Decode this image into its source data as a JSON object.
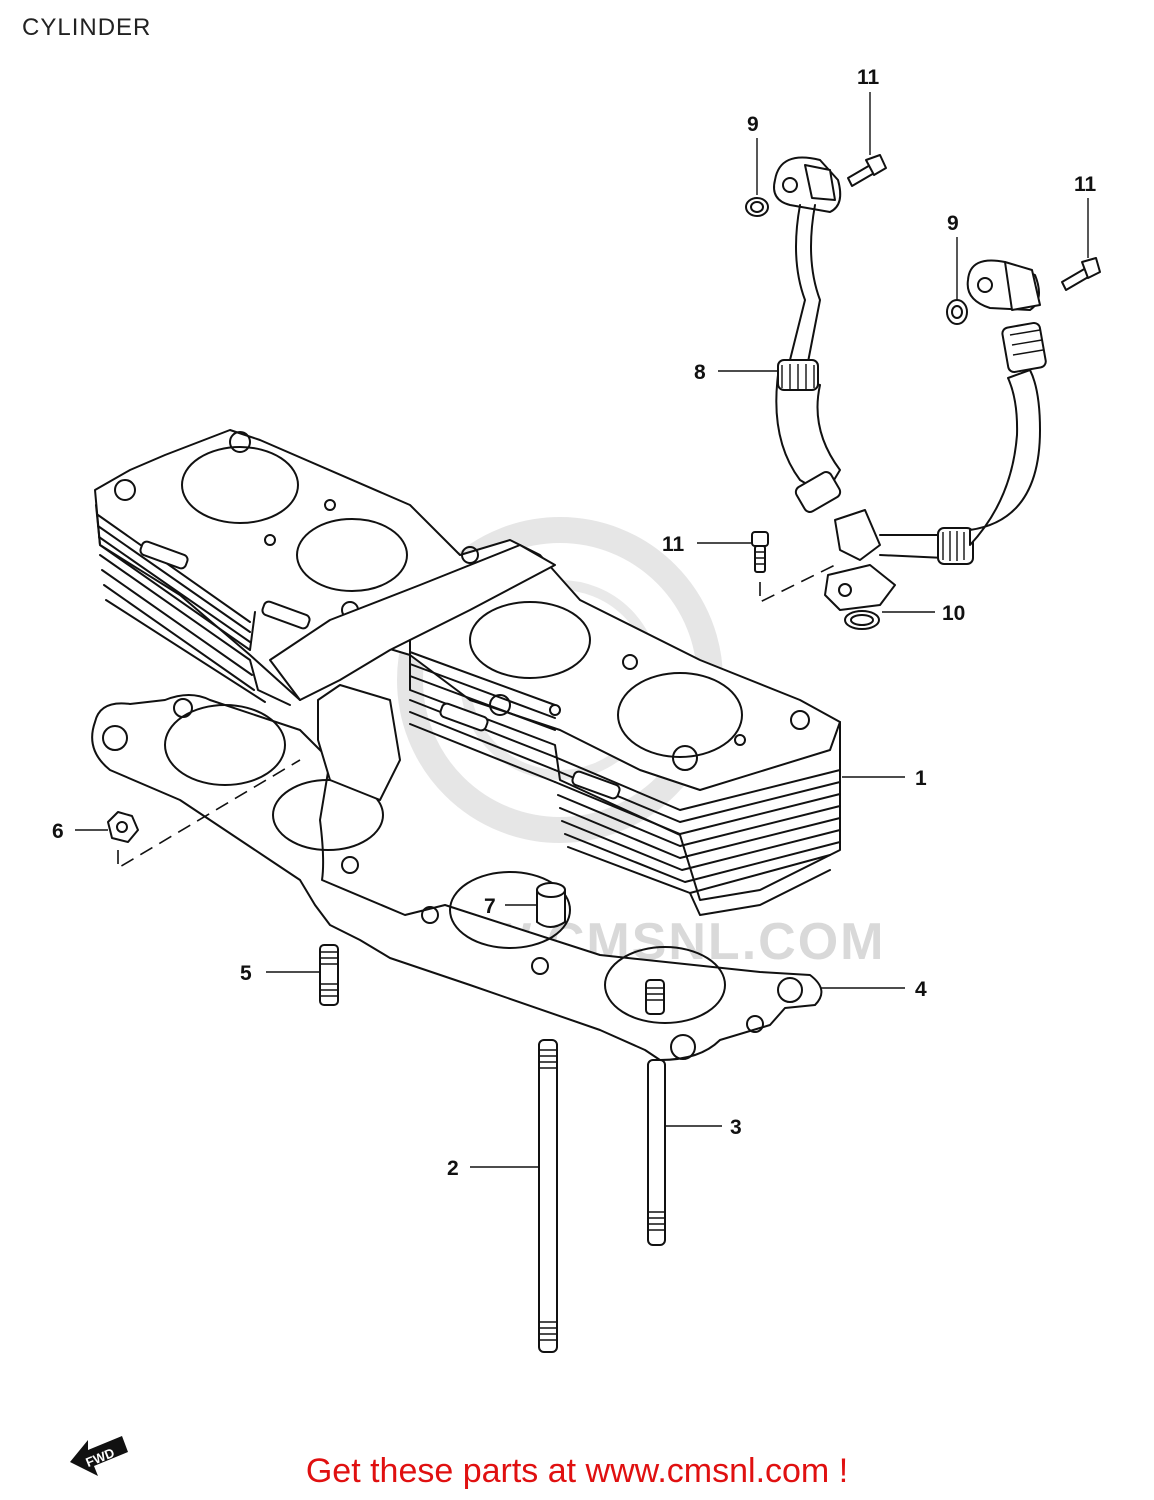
{
  "title": "CYLINDER",
  "footer_link": "Get these parts at www.cmsnl.com !",
  "watermark": "WWW.CMSNL.COM",
  "arrow_label": "FWD",
  "colors": {
    "footer": "#e01010",
    "watermark": "#d9d9d9",
    "line": "#111111"
  },
  "callouts": [
    {
      "id": "1",
      "label": "1"
    },
    {
      "id": "2",
      "label": "2"
    },
    {
      "id": "3",
      "label": "3"
    },
    {
      "id": "4",
      "label": "4"
    },
    {
      "id": "5",
      "label": "5"
    },
    {
      "id": "6",
      "label": "6"
    },
    {
      "id": "7",
      "label": "7"
    },
    {
      "id": "8",
      "label": "8"
    },
    {
      "id": "9a",
      "label": "9"
    },
    {
      "id": "9b",
      "label": "9"
    },
    {
      "id": "10",
      "label": "10"
    },
    {
      "id": "11a",
      "label": "11"
    },
    {
      "id": "11b",
      "label": "11"
    },
    {
      "id": "11c",
      "label": "11"
    }
  ]
}
